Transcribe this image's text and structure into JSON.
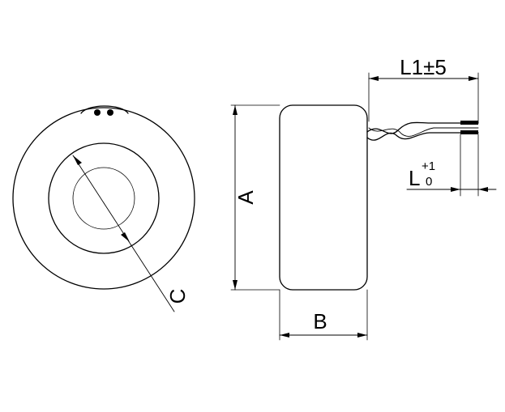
{
  "labels": {
    "A": "A",
    "B": "B",
    "C": "C",
    "L1": "L1±5",
    "L_base": "L",
    "L_sup": "+1",
    "L_sub": "0"
  },
  "colors": {
    "stroke": "#000000",
    "background": "#ffffff"
  }
}
